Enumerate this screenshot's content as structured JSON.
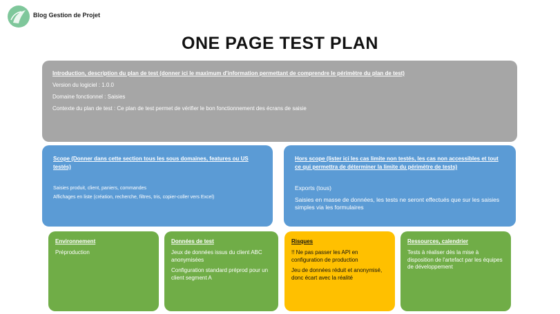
{
  "brand": {
    "name": "Blog Gestion de Projet"
  },
  "colors": {
    "grey": "#a6a6a6",
    "blue": "#5b9bd5",
    "green": "#70ad47",
    "yellow": "#ffc000",
    "logo": "#7fc79b"
  },
  "title": "ONE PAGE TEST PLAN",
  "intro": {
    "heading": "Introduction, description du plan de test (donner ici le maximum d'information permettant de comprendre le périmètre du plan de test)",
    "lines": [
      "Version du logiciel : 1.0.0",
      "Domaine fonctionnel : Saisies",
      "Contexte du plan de test : Ce plan de test permet de vérifier le bon fonctionnement des écrans de saisie"
    ]
  },
  "scope": {
    "heading": "Scope (Donner dans cette section tous les sous domaines, features ou US testés)",
    "lines": [
      "Saisies produit, client, paniers, commandes",
      "Affichages en liste (création, recherche, filtres, tris, copier-coller vers Excel)"
    ]
  },
  "hors_scope": {
    "heading": "Hors scope (lister ici les cas limite non testés, les cas non accessibles et tout ce qui permettra de déterminer la limite du périmètre de tests)",
    "lines": [
      "Exports (tous)",
      "Saisies en masse de données, les tests ne seront effectués que sur les saisies simples via les formulaires"
    ]
  },
  "environnement": {
    "heading": "Environnement",
    "lines": [
      "Préproduction"
    ]
  },
  "donnees": {
    "heading": "Données de test",
    "lines": [
      "Jeux de données issus du client ABC anonymisées",
      "Configuration standard préprod pour un client segment A"
    ]
  },
  "risques": {
    "heading": "Risques",
    "lines": [
      "!! Ne pas passer les API en configuration de production",
      "Jeu de données réduit et anonymisé, donc écart avec la réalité"
    ]
  },
  "ressources": {
    "heading": "Ressources, calendrier",
    "lines": [
      "Tests à réaliser dès la mise à disposition de l'artefact par les équipes de développement"
    ]
  }
}
